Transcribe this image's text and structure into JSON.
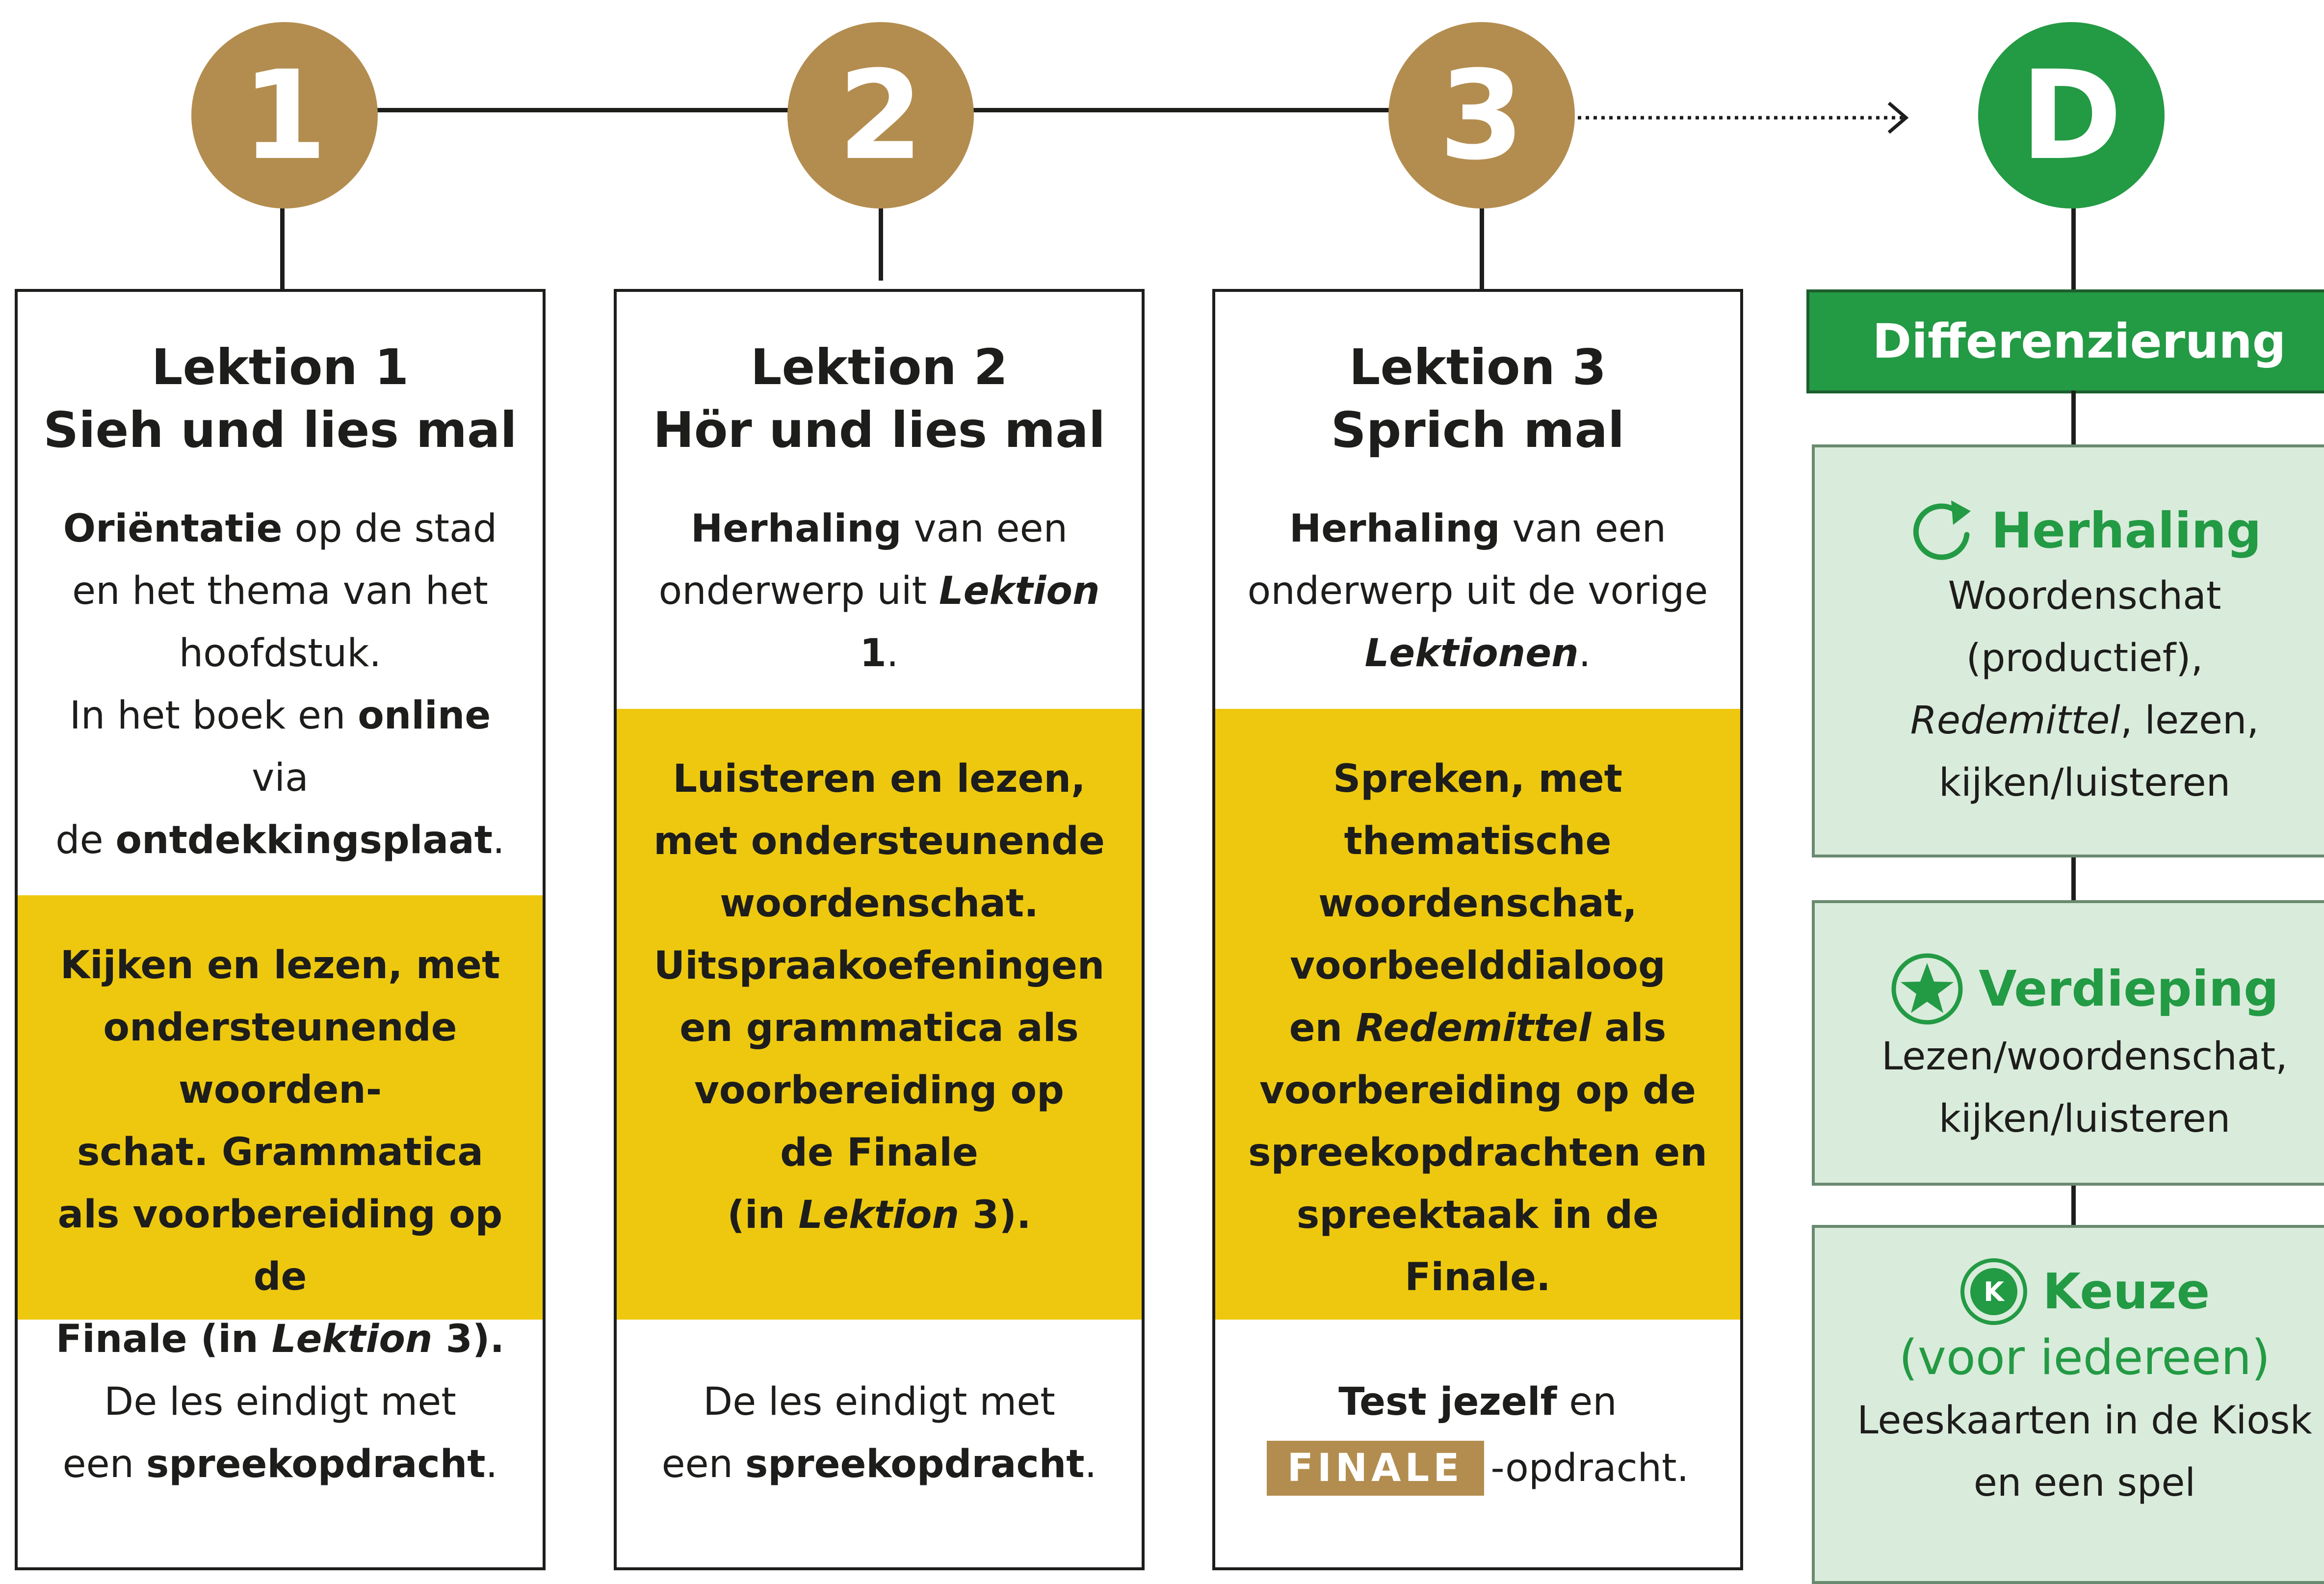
{
  "steps": [
    {
      "number": "1"
    },
    {
      "number": "2"
    },
    {
      "number": "3"
    },
    {
      "number": "D"
    }
  ],
  "lektion1": {
    "title_line1": "Lektion 1",
    "title_line2": "Sieh und lies mal",
    "intro": [
      [
        {
          "t": "Oriëntatie",
          "b": true
        },
        {
          "t": " op de stad"
        }
      ],
      [
        {
          "t": "en het thema van het"
        }
      ],
      [
        {
          "t": "hoofdstuk."
        }
      ],
      [
        {
          "t": "In het boek en "
        },
        {
          "t": "online",
          "b": true
        },
        {
          "t": " via"
        }
      ],
      [
        {
          "t": "de "
        },
        {
          "t": "ontdekkingsplaat",
          "b": true
        },
        {
          "t": "."
        }
      ]
    ],
    "yellow": [
      [
        {
          "t": "Kijken en lezen, met"
        }
      ],
      [
        {
          "t": "ondersteunende woorden-"
        }
      ],
      [
        {
          "t": "schat. Grammatica"
        }
      ],
      [
        {
          "t": "als voorbereiding op de"
        }
      ],
      [
        {
          "t": "Finale (in "
        },
        {
          "t": "Lektion",
          "i": true
        },
        {
          "t": " 3)."
        }
      ]
    ],
    "end": [
      [
        {
          "t": "De les eindigt met",
          "nb": true
        }
      ],
      [
        {
          "t": "een ",
          "nb": true
        },
        {
          "t": "spreekopdracht",
          "b": true
        },
        {
          "t": ".",
          "nb": true
        }
      ]
    ]
  },
  "lektion2": {
    "title_line1": "Lektion 2",
    "title_line2": "Hör und lies mal",
    "intro": [
      [
        {
          "t": "Herhaling",
          "b": true
        },
        {
          "t": " van een"
        }
      ],
      [
        {
          "t": "onderwerp uit "
        },
        {
          "t": "Lektion",
          "b": true,
          "i": true
        },
        {
          "t": " 1",
          "b": true
        },
        {
          "t": "."
        }
      ]
    ],
    "yellow": [
      [
        {
          "t": "Luisteren en lezen,"
        }
      ],
      [
        {
          "t": "met ondersteunende"
        }
      ],
      [
        {
          "t": "woordenschat."
        }
      ],
      [
        {
          "t": "Uitspraakoefeningen"
        }
      ],
      [
        {
          "t": "en grammatica als"
        }
      ],
      [
        {
          "t": "voorbereiding op"
        }
      ],
      [
        {
          "t": "de Finale"
        }
      ],
      [
        {
          "t": "(in "
        },
        {
          "t": "Lektion",
          "i": true
        },
        {
          "t": " 3)."
        }
      ]
    ],
    "end": [
      [
        {
          "t": "De les eindigt met",
          "nb": true
        }
      ],
      [
        {
          "t": "een ",
          "nb": true
        },
        {
          "t": "spreekopdracht",
          "b": true
        },
        {
          "t": ".",
          "nb": true
        }
      ]
    ]
  },
  "lektion3": {
    "title_line1": "Lektion 3",
    "title_line2": "Sprich mal",
    "intro": [
      [
        {
          "t": "Herhaling",
          "b": true
        },
        {
          "t": " van een"
        }
      ],
      [
        {
          "t": "onderwerp uit de vorige"
        }
      ],
      [
        {
          "t": "Lektionen",
          "b": true,
          "i": true
        },
        {
          "t": "."
        }
      ]
    ],
    "yellow": [
      [
        {
          "t": "Spreken, met"
        }
      ],
      [
        {
          "t": "thematische"
        }
      ],
      [
        {
          "t": "woordenschat,"
        }
      ],
      [
        {
          "t": "voorbeelddialoog"
        }
      ],
      [
        {
          "t": "en "
        },
        {
          "t": "Redemittel",
          "i": true
        },
        {
          "t": " als"
        }
      ],
      [
        {
          "t": "voorbereiding op de"
        }
      ],
      [
        {
          "t": "spreekopdrachten en"
        }
      ],
      [
        {
          "t": "spreektaak in de Finale."
        }
      ]
    ],
    "end_line1_bold": "Test jezelf",
    "end_line1_rest": " en",
    "finale_badge": "FINALE",
    "end_line2_rest": "-opdracht."
  },
  "differenzierung": {
    "header": "Differenzierung",
    "herhaling": {
      "title": "Herhaling",
      "icon": "refresh-icon",
      "body": [
        [
          {
            "t": "Woordenschat"
          }
        ],
        [
          {
            "t": "(productief),"
          }
        ],
        [
          {
            "t": "Redemittel",
            "i": true
          },
          {
            "t": ", lezen,"
          }
        ],
        [
          {
            "t": "kijken/luisteren"
          }
        ]
      ]
    },
    "verdieping": {
      "title": "Verdieping",
      "icon": "star-icon",
      "body": [
        [
          {
            "t": "Lezen/woordenschat,"
          }
        ],
        [
          {
            "t": "kijken/luisteren"
          }
        ]
      ]
    },
    "keuze": {
      "title": "Keuze",
      "subtitle": "(voor iedereen)",
      "icon": "k-icon",
      "icon_letter": "K",
      "body": [
        [
          {
            "t": "Leeskaarten in de Kiosk"
          }
        ],
        [
          {
            "t": "en een spel"
          }
        ]
      ]
    }
  },
  "colors": {
    "gold": "#b38d4f",
    "green": "#239a44",
    "yellow": "#edc80f",
    "light_green": "#d9ebdb"
  }
}
